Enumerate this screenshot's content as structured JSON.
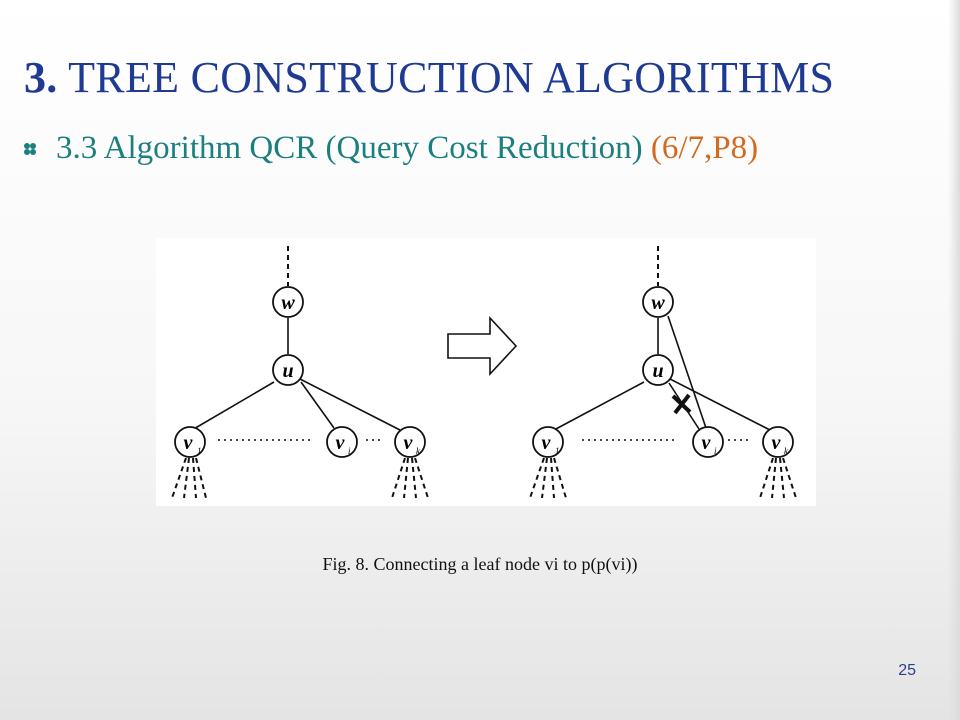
{
  "slide": {
    "title_number": "3.",
    "title_text": "TREE CONSTRUCTION ALGORITHMS",
    "subtitle_main": "3.3 Algorithm QCR (Query Cost Reduction) ",
    "subtitle_paren": "(6/7,P8)",
    "bullet_icon": "diamond-bullet-icon",
    "caption": "Fig. 8. Connecting a leaf node vi to p(p(vi))",
    "page_number": "25"
  },
  "diagram": {
    "before": {
      "node_w": "w",
      "node_u": "u",
      "node_v1": "v",
      "node_v1_sub": "1",
      "node_vi": "v",
      "node_vi_sub": "i",
      "node_vk": "v",
      "node_vk_sub": "k"
    },
    "transform_arrow": "right-arrow-icon",
    "after": {
      "node_w": "w",
      "node_u": "u",
      "node_v1": "v",
      "node_v1_sub": "1",
      "node_vi": "v",
      "node_vi_sub": "i",
      "node_vk": "v",
      "node_vk_sub": "k",
      "removed_edge_mark": "cross-mark-icon"
    }
  },
  "colors": {
    "title": "#1f3a93",
    "subtitle": "#1c7f7f",
    "subtitle_paren": "#d26a1f",
    "bullet": "#1c7f7f",
    "page_number": "#2b3f8f"
  }
}
